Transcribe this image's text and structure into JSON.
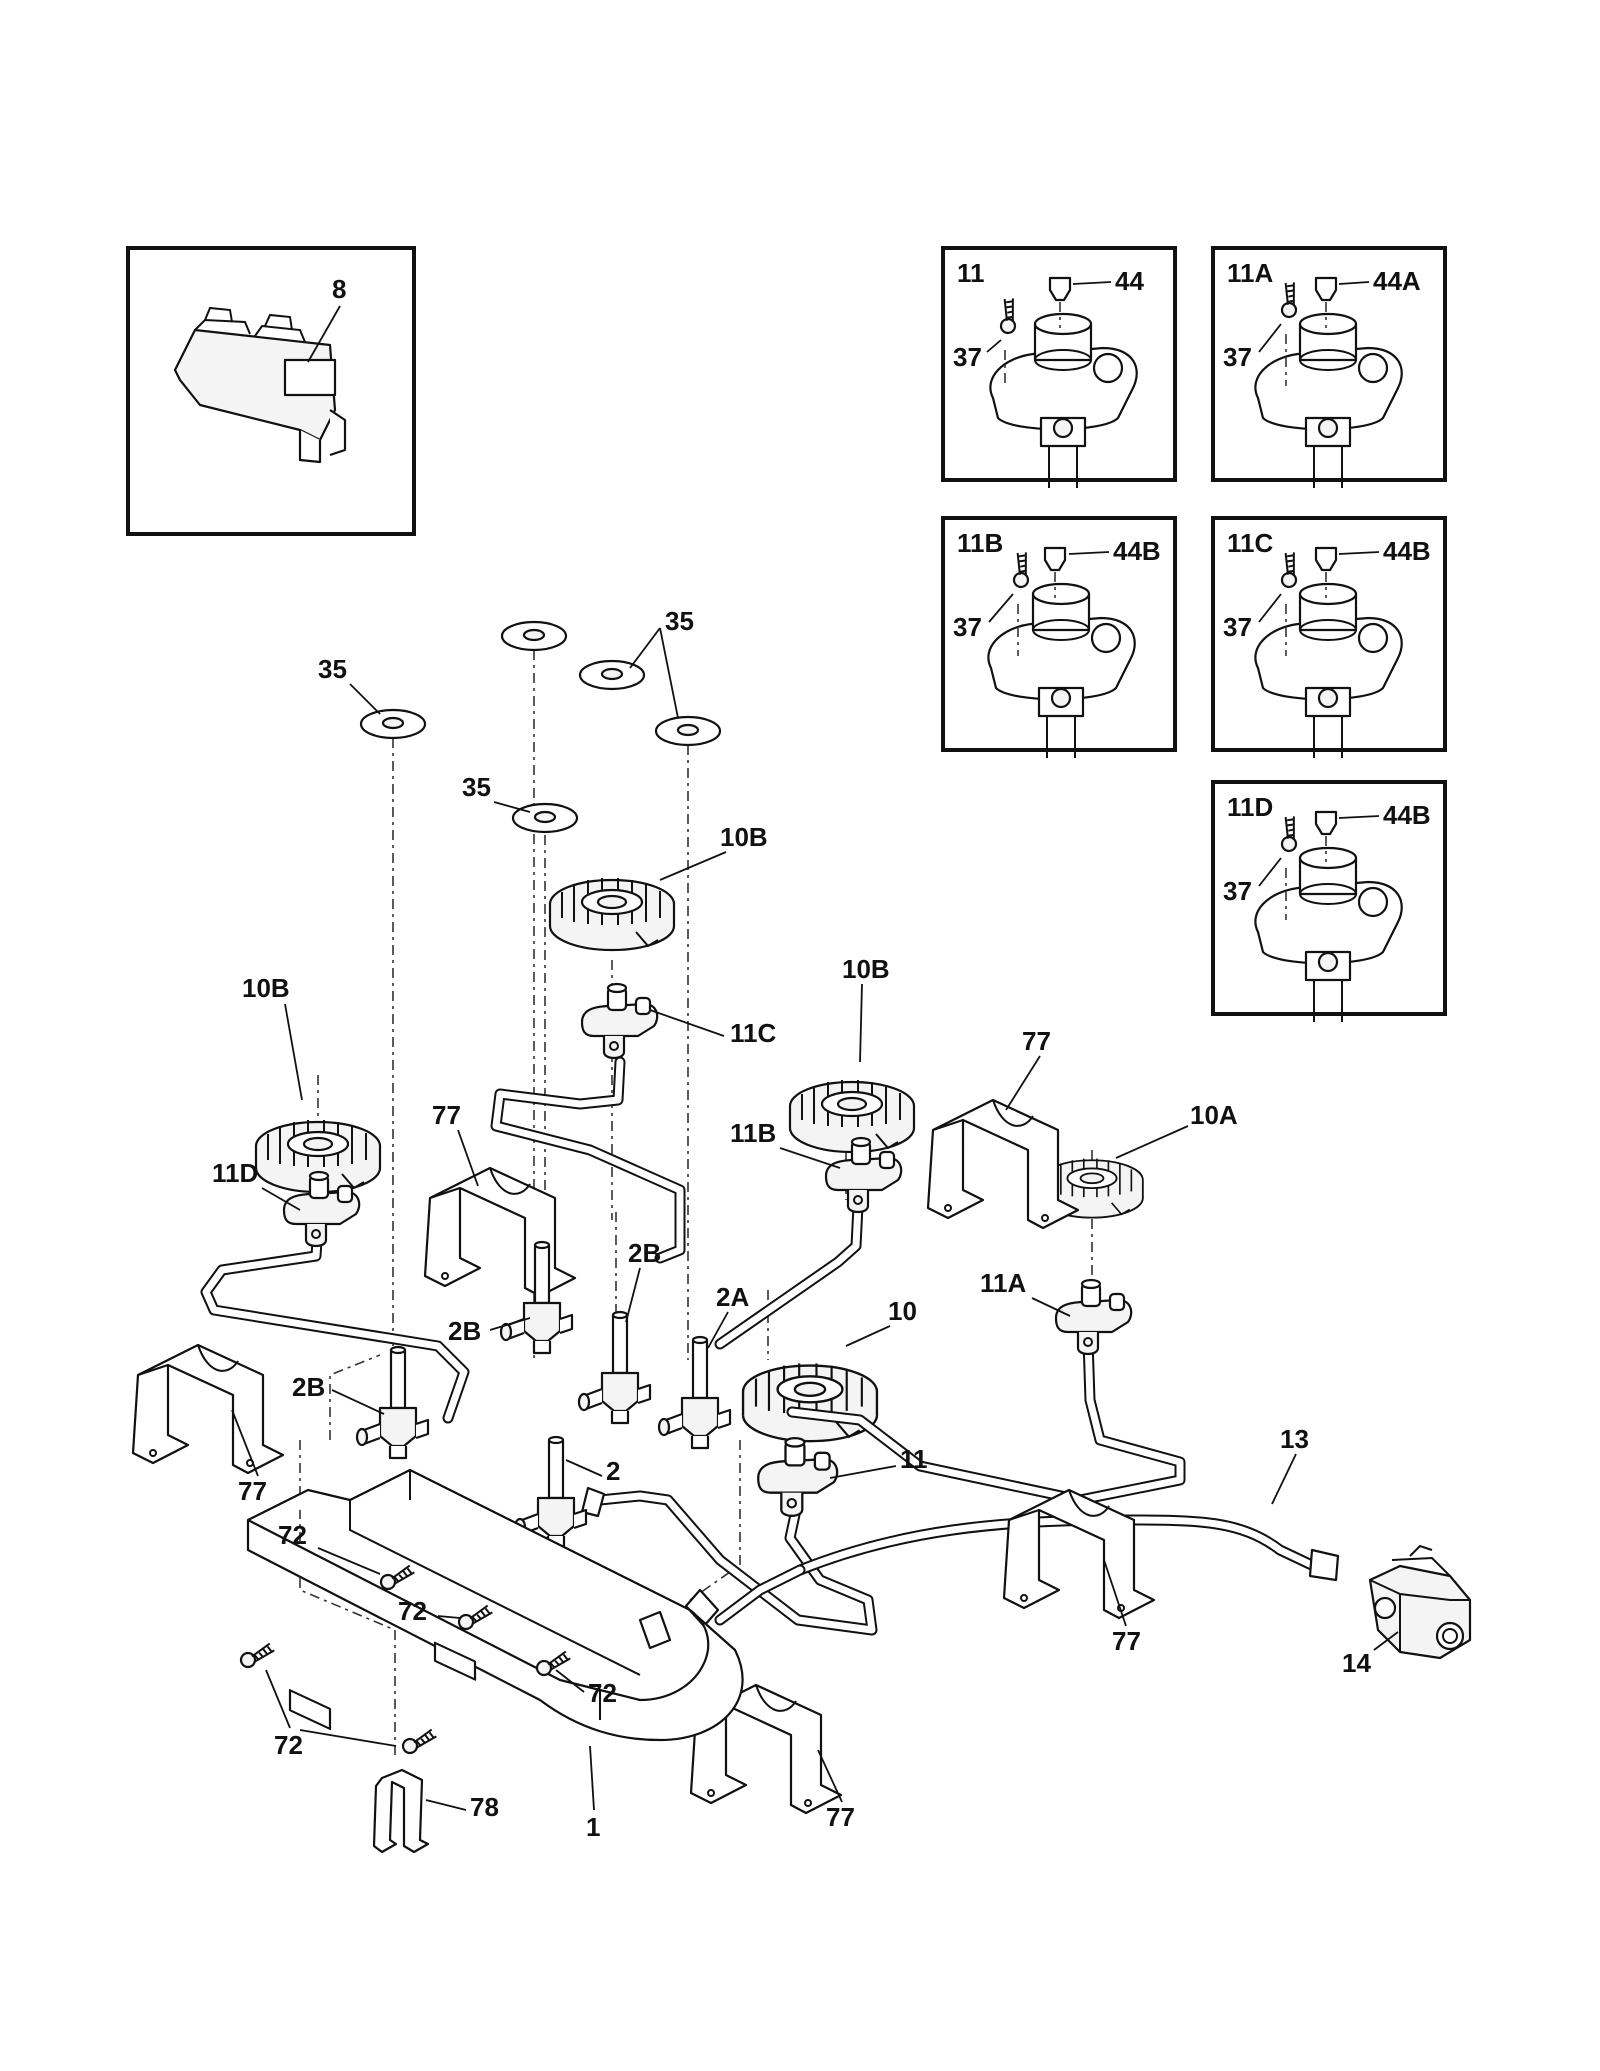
{
  "callouts": {
    "c8": "8",
    "c35a": "35",
    "c35b": "35",
    "c35c": "35",
    "c10b_top": "10B",
    "c10b_left": "10B",
    "c10b_mid": "10B",
    "c10a": "10A",
    "c10": "10",
    "c11c": "11C",
    "c11d": "11D",
    "c11b": "11B",
    "c11a": "11A",
    "c11": "11",
    "c77_a": "77",
    "c77_b": "77",
    "c77_c": "77",
    "c77_d": "77",
    "c77_e": "77",
    "c2b_a": "2B",
    "c2b_b": "2B",
    "c2b_c": "2B",
    "c2a": "2A",
    "c2": "2",
    "c13": "13",
    "c14": "14",
    "c72_a": "72",
    "c72_b": "72",
    "c72_c": "72",
    "c72_d": "72",
    "c78": "78",
    "c1": "1"
  },
  "insets": [
    {
      "title": "11",
      "cap": "44",
      "screw": "37"
    },
    {
      "title": "11A",
      "cap": "44A",
      "screw": "37"
    },
    {
      "title": "11B",
      "cap": "44B",
      "screw": "37"
    },
    {
      "title": "11C",
      "cap": "44B",
      "screw": "37"
    },
    {
      "title": "11D",
      "cap": "44B",
      "screw": "37"
    }
  ]
}
